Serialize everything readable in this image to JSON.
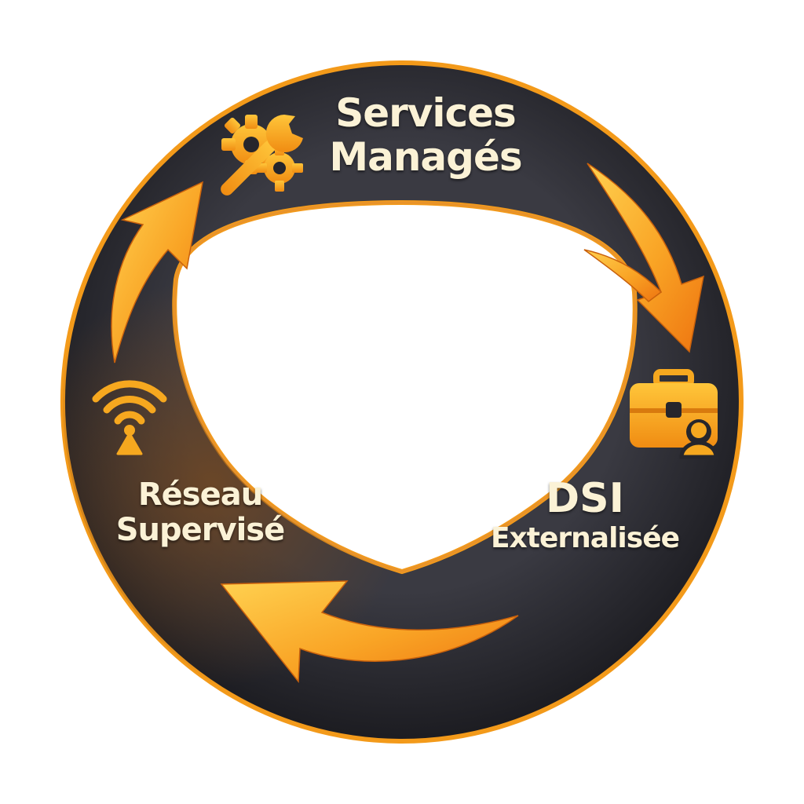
{
  "nodes": {
    "top": {
      "line1": "Services",
      "line2": "Managés",
      "icon": "gear-wrench-icon"
    },
    "right": {
      "line1": "DSI",
      "line2": "Externalisée",
      "icon": "briefcase-person-icon"
    },
    "left": {
      "line1": "Réseau",
      "line2": "Supervisé",
      "icon": "wifi-antenna-icon"
    }
  },
  "colors": {
    "ring_dark": "#26262c",
    "ring_border": "#f39a1a",
    "arrow_light": "#ffc53d",
    "arrow_dark": "#f07a12",
    "icon": "#f6a81f",
    "text": "#fbf2d6"
  }
}
